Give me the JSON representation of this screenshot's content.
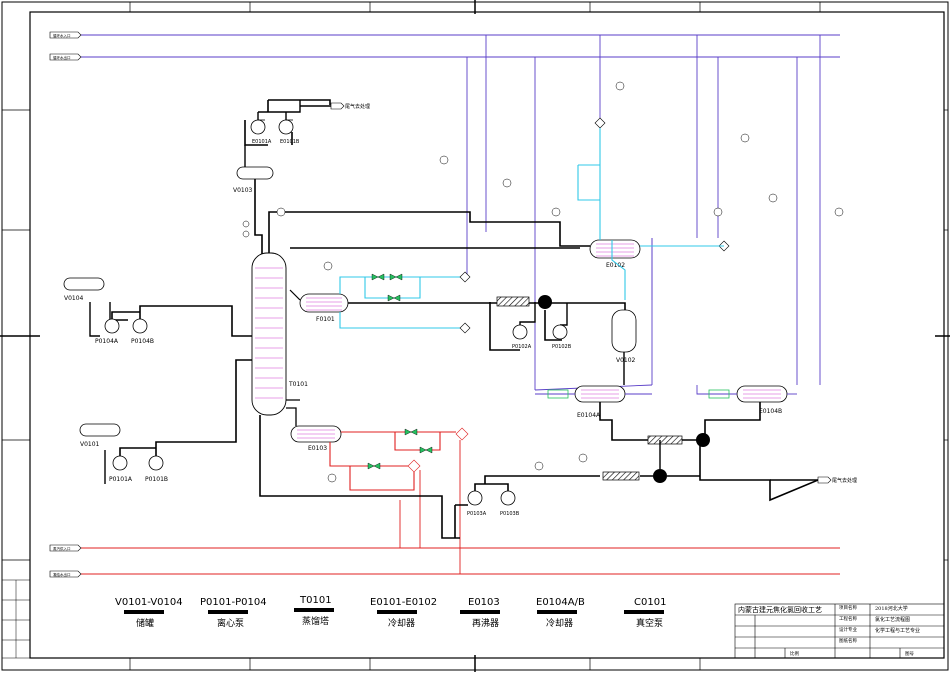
{
  "utility_lines": {
    "top1": "循环水入口",
    "top2": "循环水出口",
    "bottom1": "蒸汽供入口",
    "bottom2": "凝结水出口"
  },
  "equipment_labels": {
    "E0101A": "E0101A",
    "E0101B": "E0101B",
    "V0103": "V0103",
    "V0104": "V0104",
    "P0104A": "P0104A",
    "P0104B": "P0104B",
    "V0101": "V0101",
    "P0101A": "P0101A",
    "P0101B": "P0101B",
    "T0101": "T0101",
    "F0101": "F0101",
    "E0103": "E0103",
    "P0102A": "P0102A",
    "P0102B": "P0102B",
    "E0102": "E0102",
    "V0102": "V0102",
    "E0104A": "E0104A",
    "E0104B": "E0104B",
    "P0103A": "P0103A",
    "P0103B": "P0103B"
  },
  "stream_labels": {
    "vent_top": "尾气去处理",
    "vent_right": "尾气去处理"
  },
  "legend": [
    {
      "code": "V0101-V0104",
      "name": "储罐"
    },
    {
      "code": "P0101-P0104",
      "name": "离心泵"
    },
    {
      "code": "T0101",
      "name": "蒸馏塔"
    },
    {
      "code": "E0101-E0102",
      "name": "冷却器"
    },
    {
      "code": "E0103",
      "name": "再沸器"
    },
    {
      "code": "E0104A/B",
      "name": "冷却器"
    },
    {
      "code": "C0101",
      "name": "真空泵"
    }
  ],
  "title_block": {
    "project": "内蒙古建元焦化氯回收工艺",
    "school": "2018河北大学",
    "drawing": "氯化工艺流程图",
    "dept": "化学工程与工艺专业",
    "r1": "项目名称",
    "r2": "工程名称",
    "r3": "设计专业",
    "r4": "图纸名称",
    "r5": "比例",
    "r6": "图号"
  },
  "colors": {
    "process": "#000000",
    "cooling": "#1c8fe8",
    "steam": "#e02020",
    "signal": "#5a3ec8",
    "cyan": "#30c8e8",
    "exchanger_tube": "#d040d0"
  }
}
